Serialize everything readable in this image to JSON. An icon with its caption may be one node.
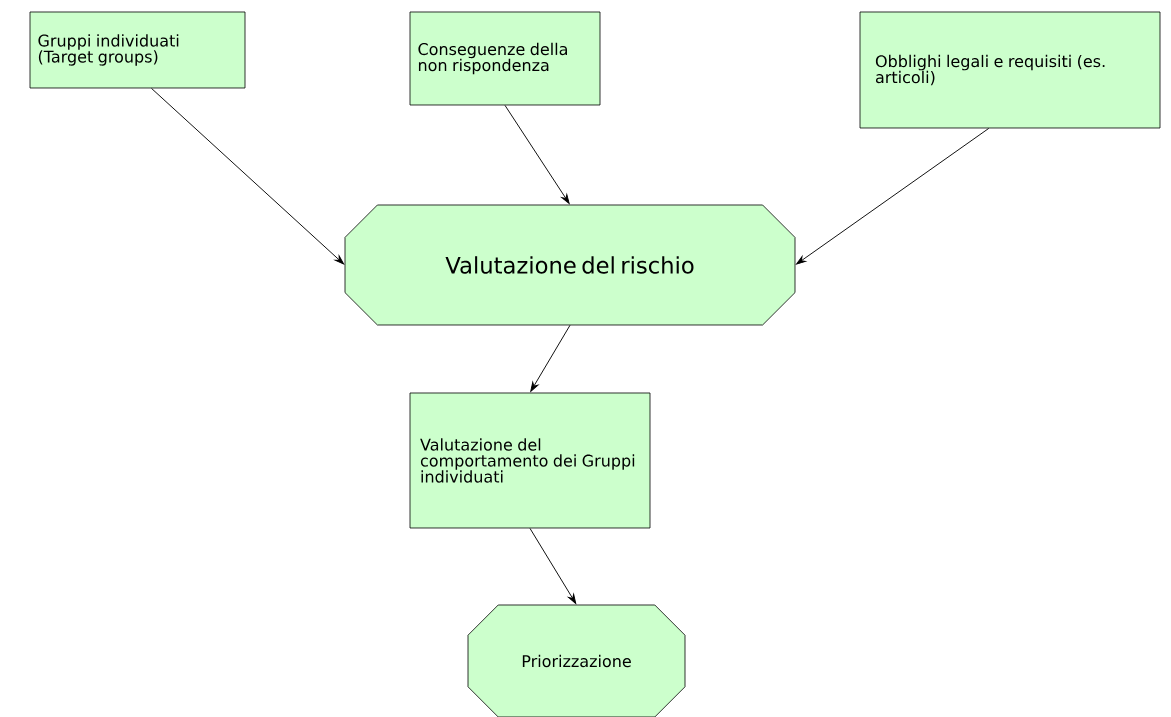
{
  "diagram": {
    "nodes": [
      {
        "text": [
          "Gruppi individuati (Target groups)"
        ]
      },
      {
        "text": [
          "Conseguenze della non rispondenza"
        ]
      },
      {
        "text": [
          "Obblighi legali e requisiti (es. articoli)"
        ]
      },
      {
        "text": [
          "Valutazione del rischio"
        ]
      },
      {
        "text": [
          "Valutazione del comportamento dei Gruppi individuati"
        ]
      },
      {
        "text": [
          "Priorizzazione"
        ]
      }
    ],
    "edges": [
      {
        "from": 0,
        "to": 3,
        "arrow": "to"
      },
      {
        "from": 1,
        "to": 3,
        "arrow": "to"
      },
      {
        "from": 2,
        "to": 3,
        "arrow": "to"
      },
      {
        "from": 3,
        "to": 4,
        "arrow": "to"
      },
      {
        "from": 4,
        "to": 5,
        "arrow": "to"
      }
    ]
  }
}
